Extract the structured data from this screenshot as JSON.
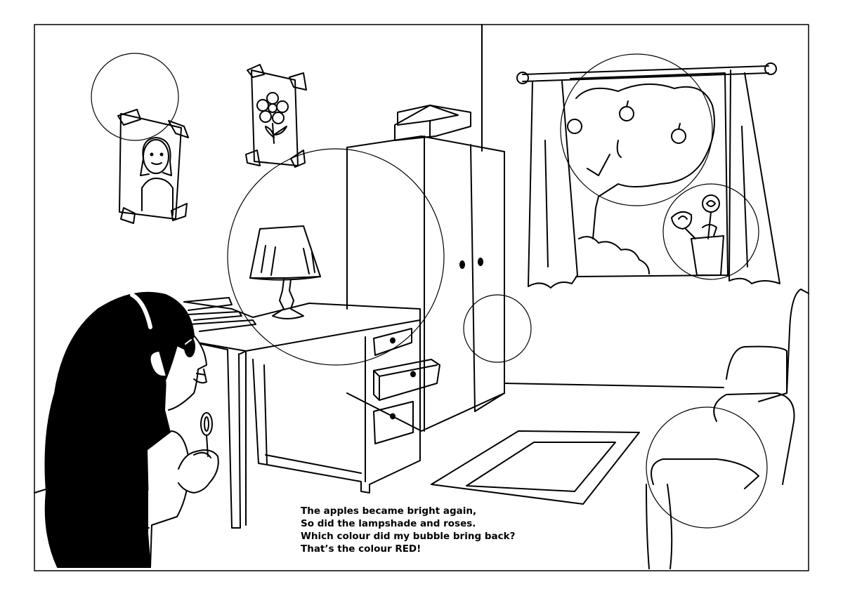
{
  "rhyme": {
    "lines": [
      "The apples became bright again,",
      "So did the lampshade and roses.",
      "Which colour did my bubble bring back?",
      "That’s the colour RED!"
    ]
  },
  "style": {
    "ink": "#000000",
    "paper": "#ffffff",
    "hair": "#000000"
  }
}
